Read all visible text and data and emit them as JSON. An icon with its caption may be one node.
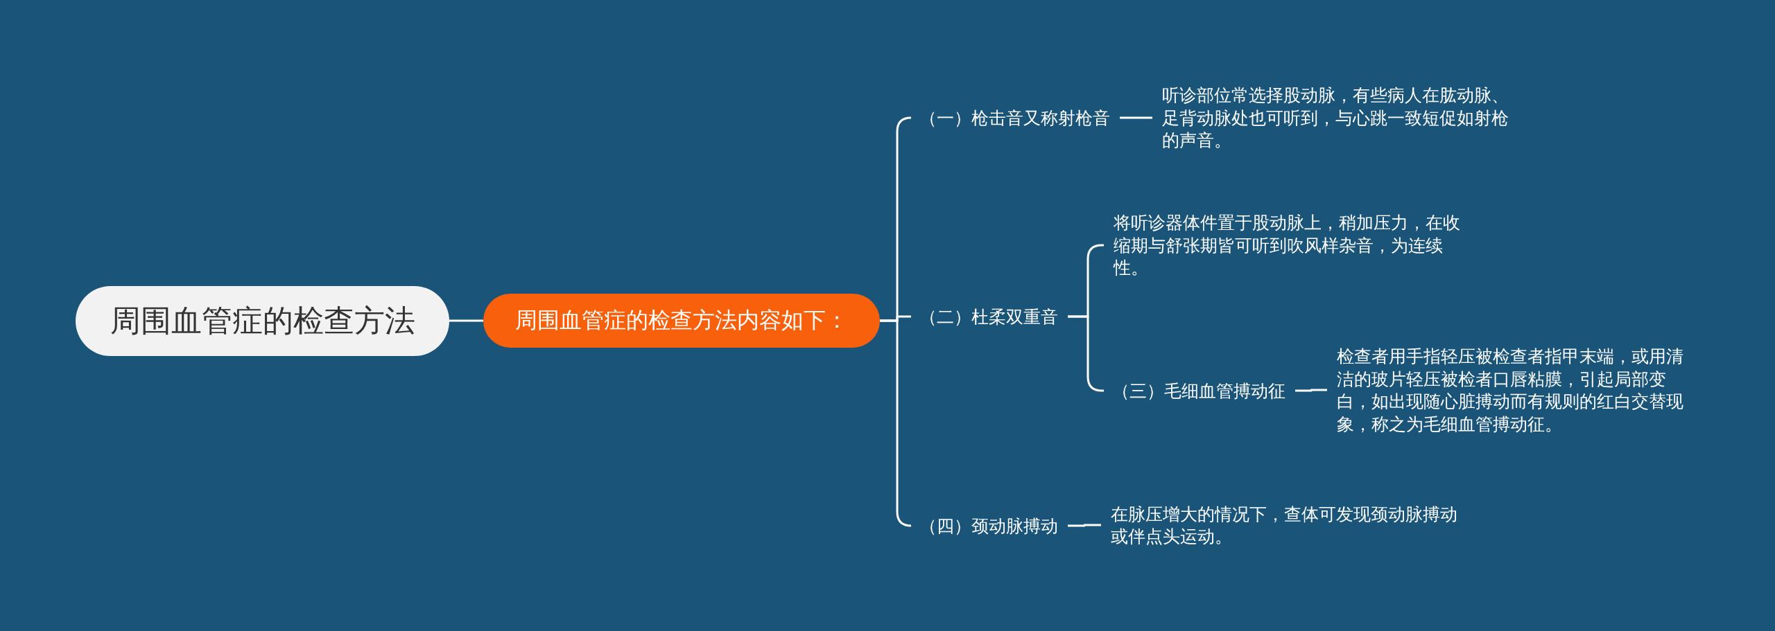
{
  "diagram": {
    "nodes": [
      {
        "text": [
          "周围血管症的检查方法"
        ]
      },
      {
        "text": [
          "周围血管症的检查方法内容如下："
        ]
      },
      {
        "text": [
          "（一）枪击音又称射枪音"
        ]
      },
      {
        "text": [
          "听诊部位常选择股动脉，有些病人在肱动脉、足背动脉处也可听到，与心跳一致短促如射枪的声音。"
        ]
      },
      {
        "text": [
          "（二）杜柔双重音"
        ]
      },
      {
        "text": [
          "将听诊器体件置于股动脉上，稍加压力，在收缩期与舒张期皆可听到吹风样杂音，为连续性。"
        ]
      },
      {
        "text": [
          "（三）毛细血管搏动征"
        ]
      },
      {
        "text": [
          "检查者用手指轻压被检查者指甲末端，或用清洁的玻片轻压被检者口唇粘膜，引起局部变白，如出现随心脏搏动而有规则的红白交替现象，称之为毛细血管搏动征。"
        ]
      },
      {
        "text": [
          "（四）颈动脉搏动"
        ]
      },
      {
        "text": [
          "在脉压增大的情况下，查体可发现颈动脉搏动或伴点头运动。"
        ]
      }
    ],
    "edges": [
      {
        "from": 0,
        "to": 1,
        "arrow": "none"
      },
      {
        "from": 1,
        "to": 2,
        "arrow": "none"
      },
      {
        "from": 2,
        "to": 3,
        "arrow": "none"
      },
      {
        "from": 1,
        "to": 4,
        "arrow": "none"
      },
      {
        "from": 4,
        "to": 5,
        "arrow": "none"
      },
      {
        "from": 4,
        "to": 6,
        "arrow": "none"
      },
      {
        "from": 6,
        "to": 7,
        "arrow": "none"
      },
      {
        "from": 1,
        "to": 8,
        "arrow": "none"
      },
      {
        "from": 8,
        "to": 9,
        "arrow": "none"
      }
    ]
  }
}
